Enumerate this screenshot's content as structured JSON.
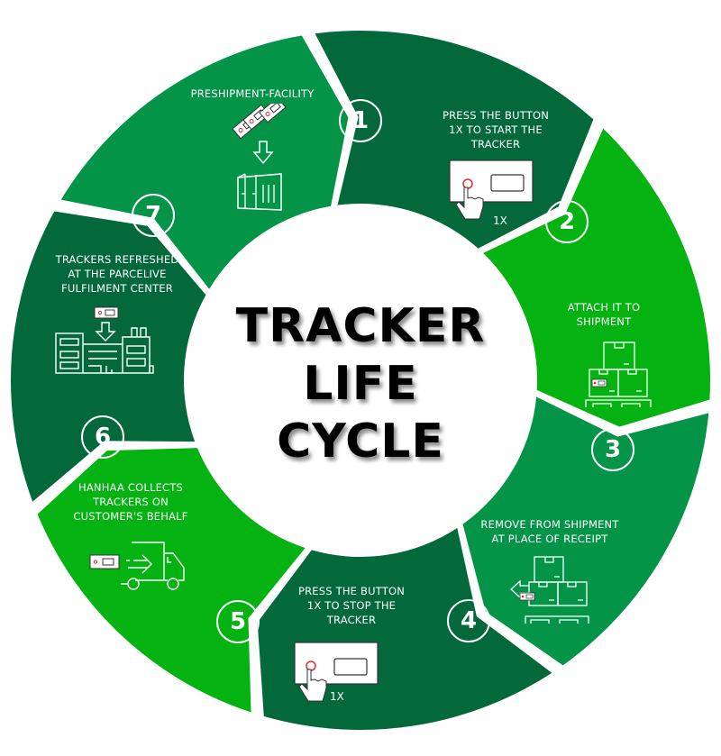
{
  "title": {
    "line1": "TRACKER",
    "line2": "LIFE",
    "line3": "CYCLE"
  },
  "colors": {
    "dark_green": "#03693a",
    "mid_green": "#039447",
    "bright_green": "#04b212",
    "title_text": "#000000",
    "indicator_red": "#e8262d",
    "background": "#ffffff"
  },
  "steps": [
    {
      "number": "1",
      "label_lines": [
        "PRESHIPMENT-FACILITY"
      ],
      "icon": "trackers-into-container-icon",
      "color": "mid_green"
    },
    {
      "number": "2",
      "label_lines": [
        "PRESS THE BUTTON",
        "1X TO START THE",
        "TRACKER"
      ],
      "icon": "press-button-hand-icon",
      "press_count": "1X",
      "color": "dark_green"
    },
    {
      "number": "3",
      "label_lines": [
        "ATTACH IT TO",
        "SHIPMENT"
      ],
      "icon": "tracker-on-pallet-boxes-icon",
      "color": "bright_green"
    },
    {
      "number": "4",
      "label_lines": [
        "REMOVE FROM SHIPMENT",
        "AT PLACE OF RECEIPT"
      ],
      "icon": "tracker-removed-from-pallet-icon",
      "color": "mid_green"
    },
    {
      "number": "5",
      "label_lines": [
        "PRESS THE BUTTON",
        "1X TO STOP THE",
        "TRACKER"
      ],
      "icon": "press-button-hand-icon",
      "press_count": "1X",
      "color": "dark_green"
    },
    {
      "number": "6",
      "label_lines": [
        "HANHAA COLLECTS",
        "TRACKERS ON",
        "CUSTOMER'S BEHALF"
      ],
      "icon": "tracker-delivery-truck-icon",
      "color": "bright_green"
    },
    {
      "number": "7",
      "label_lines": [
        "TRACKERS REFRESHED",
        "AT THE PARCELIVE",
        "FULFILMENT CENTER"
      ],
      "icon": "tracker-to-factory-icon",
      "color": "dark_green"
    }
  ]
}
